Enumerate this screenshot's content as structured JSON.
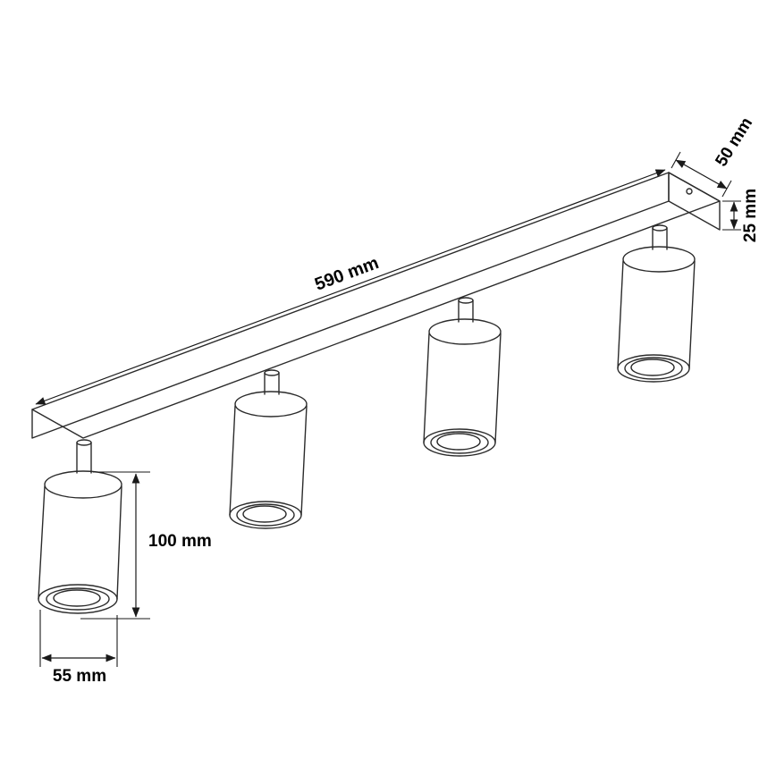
{
  "drawing": {
    "kind": "technical-dimension-diagram",
    "spot_count": 4
  },
  "dimensions": {
    "bar_length": {
      "label": "590 mm",
      "value": 590,
      "unit": "mm"
    },
    "bar_depth": {
      "label": "50 mm",
      "value": 50,
      "unit": "mm"
    },
    "bar_height": {
      "label": "25 mm",
      "value": 25,
      "unit": "mm"
    },
    "spot_height": {
      "label": "100 mm",
      "value": 100,
      "unit": "mm"
    },
    "spot_diameter": {
      "label": "55 mm",
      "value": 55,
      "unit": "mm"
    }
  },
  "colors": {
    "line": "#2b2b2b",
    "dimension_line": "#1a1a1a",
    "text": "#000000",
    "background": "#ffffff"
  }
}
